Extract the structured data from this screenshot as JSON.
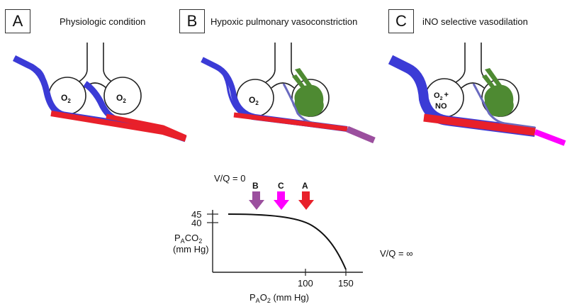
{
  "panels": [
    {
      "letter": "A",
      "caption": "Physiologic condition",
      "alv_left": "O",
      "alv_left_sub": "2",
      "alv_right": "O",
      "alv_right_sub": "2"
    },
    {
      "letter": "B",
      "caption": "Hypoxic pulmonary vasoconstriction",
      "alv_left": "O",
      "alv_left_sub": "2"
    },
    {
      "letter": "C",
      "caption": "iNO selective vasodilation",
      "alv_left": "O",
      "alv_left_sub": "2",
      "alv_left_extra": "+",
      "alv_left_line2": "NO"
    }
  ],
  "curve": {
    "vq_zero": "V/Q = 0",
    "vq_inf": "V/Q = ∞",
    "arrows": [
      {
        "label": "B",
        "color": "#9b4f9e"
      },
      {
        "label": "C",
        "color": "#ff00ff"
      },
      {
        "label": "A",
        "color": "#e8202a"
      }
    ],
    "y_ticks": [
      "45",
      "40"
    ],
    "x_ticks": [
      "100",
      "150"
    ],
    "ylabel_p": "P",
    "ylabel_sub": "A",
    "ylabel_gas": "CO",
    "ylabel_gas_sub": "2",
    "ylabel_unit": "(mm Hg)",
    "xlabel_p": "P",
    "xlabel_sub": "A",
    "xlabel_gas": "O",
    "xlabel_gas_sub": "2",
    "xlabel_unit": " (mm Hg)"
  },
  "colors": {
    "vein": "#3b3bd6",
    "artery": "#e8202a",
    "mixed_b": "#9b4f9e",
    "mixed_c": "#ff00ff",
    "collapsed": "#4e8a32"
  }
}
